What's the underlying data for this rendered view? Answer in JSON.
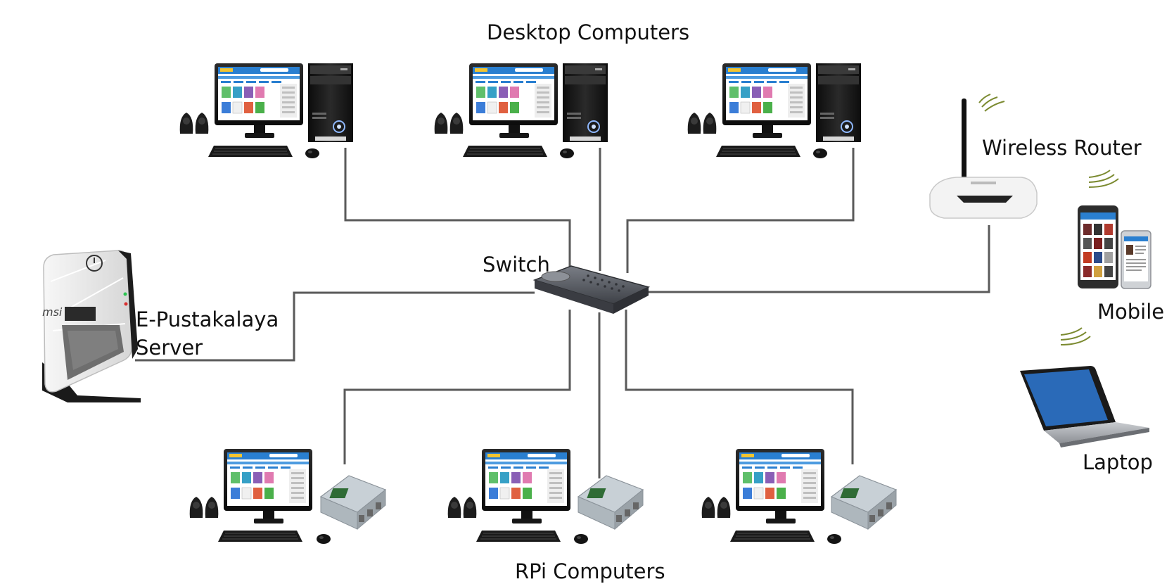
{
  "labels": {
    "desktop_computers": "Desktop Computers",
    "rpi_computers": "RPi Computers",
    "switch": "Switch",
    "server_line1": "E-Pustakalaya",
    "server_line2": "Server",
    "wireless_router": "Wireless Router",
    "mobile": "Mobile",
    "laptop": "Laptop"
  },
  "device_brand": {
    "server_logo": "msi"
  },
  "colors": {
    "cable": "#5a5a5a",
    "screen_blue": "#2a7fd0",
    "laptop_screen": "#2a6ab8",
    "device_dark": "#1d1d1d",
    "server_body": "#e9e9e9",
    "router_body": "#f3f3f3",
    "switch_body": "#5b5f66"
  }
}
